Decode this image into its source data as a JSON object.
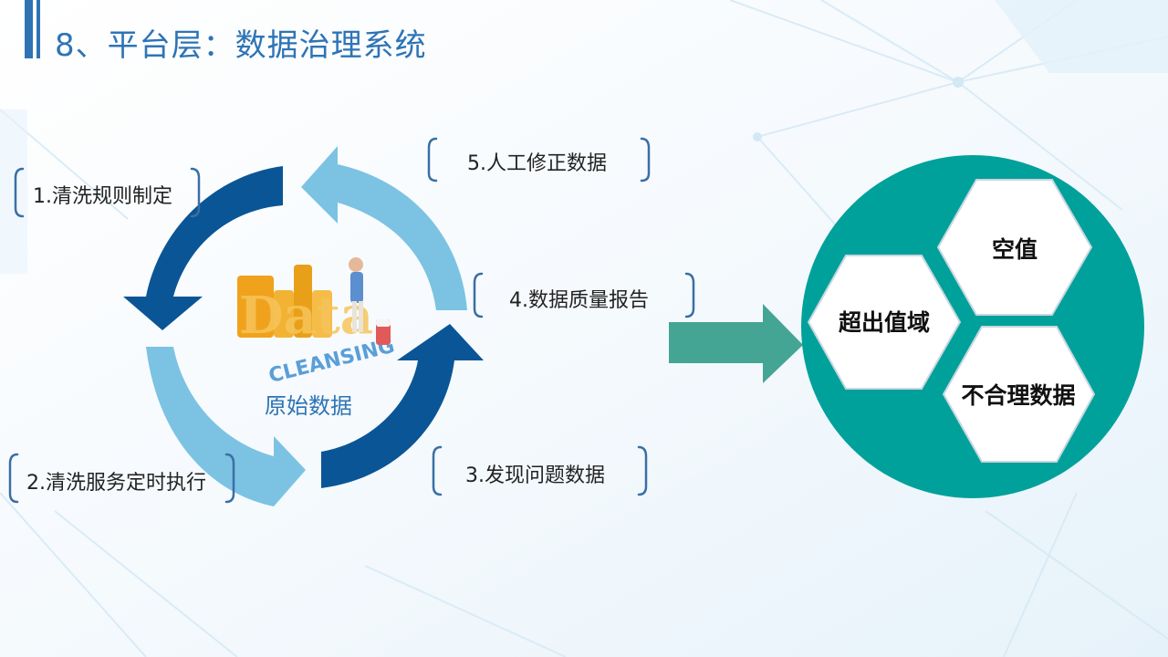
{
  "title": "8、平台层：数据治理系统",
  "center_label": "原始数据",
  "logo": {
    "word_top": "Data",
    "word_bottom": "CLEANSING"
  },
  "steps": [
    {
      "label": "1.清洗规则制定"
    },
    {
      "label": "2.清洗服务定时执行"
    },
    {
      "label": "3.发现问题数据"
    },
    {
      "label": "4.数据质量报告"
    },
    {
      "label": "5.人工修正数据"
    }
  ],
  "problem_types": [
    {
      "label": "空值"
    },
    {
      "label": "超出值域"
    },
    {
      "label": "不合理数据"
    }
  ],
  "colors": {
    "title": "#2e74b5",
    "arrow_dark": "#0a5596",
    "arrow_light": "#7cc3e3",
    "bracket": "#3a6fa5",
    "circle": "#00a19a",
    "right_arrow": "#45a595"
  }
}
